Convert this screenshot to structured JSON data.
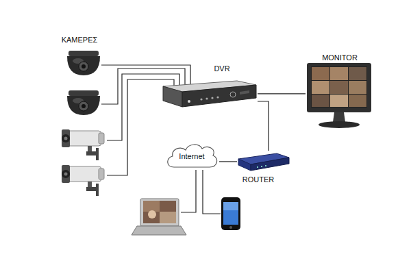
{
  "diagram": {
    "nodes": [
      {
        "text": [
          "DVR"
        ]
      },
      {
        "text": [
          "MONITOR"
        ]
      },
      {
        "text": [
          "Internet"
        ]
      },
      {
        "text": [
          "ROUTER"
        ]
      }
    ],
    "edges": [
      {
        "from": 0,
        "to": 1,
        "arrow": "none"
      },
      {
        "from": 0,
        "to": 3,
        "arrow": "none"
      },
      {
        "from": 2,
        "to": 3,
        "arrow": "none"
      }
    ],
    "labels": [
      "ΚΑΜΕΡΕΣ"
    ]
  }
}
